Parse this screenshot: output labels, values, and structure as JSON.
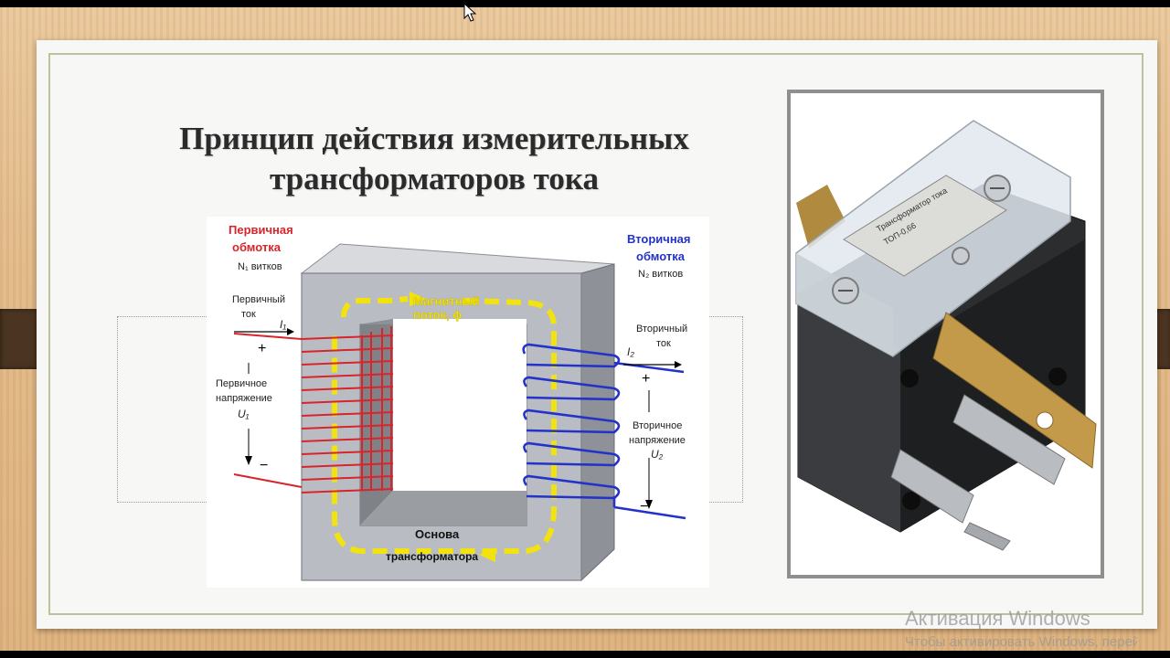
{
  "slide": {
    "title_line1": "Принцип действия измерительных",
    "title_line2": "трансформаторов тока"
  },
  "diagram": {
    "primary_winding_line1": "Первичная",
    "primary_winding_line2": "обмотка",
    "primary_turns": "N₁ витков",
    "secondary_winding_line1": "Вторичная",
    "secondary_winding_line2": "обмотка",
    "secondary_turns": "N₂ витков",
    "primary_current_line1": "Первичный",
    "primary_current_line2": "ток",
    "primary_current_symbol": "I₁",
    "secondary_current_line1": "Вторичный",
    "secondary_current_line2": "ток",
    "secondary_current_symbol": "I₂",
    "primary_voltage_line1": "Первичное",
    "primary_voltage_line2": "напряжение",
    "primary_voltage_symbol": "U₁",
    "secondary_voltage_line1": "Вторичное",
    "secondary_voltage_line2": "напряжение",
    "secondary_voltage_symbol": "U₂",
    "flux_line1": "Магнитный",
    "flux_line2": "поток, ϕ",
    "core_line1": "Основа",
    "core_line2": "трансформатора",
    "plus": "+",
    "minus": "−",
    "colors": {
      "primary": "#d9242b",
      "secondary": "#2332c8",
      "flux": "#f2e30f",
      "core": "#b9bcc2"
    }
  },
  "photo": {
    "label_line1": "Трансформатор тока",
    "label_line2": "ТОП-0,66"
  },
  "os_watermark": {
    "line1": "Активация Windows",
    "line2": "Чтобы активировать Windows, перейдите"
  }
}
